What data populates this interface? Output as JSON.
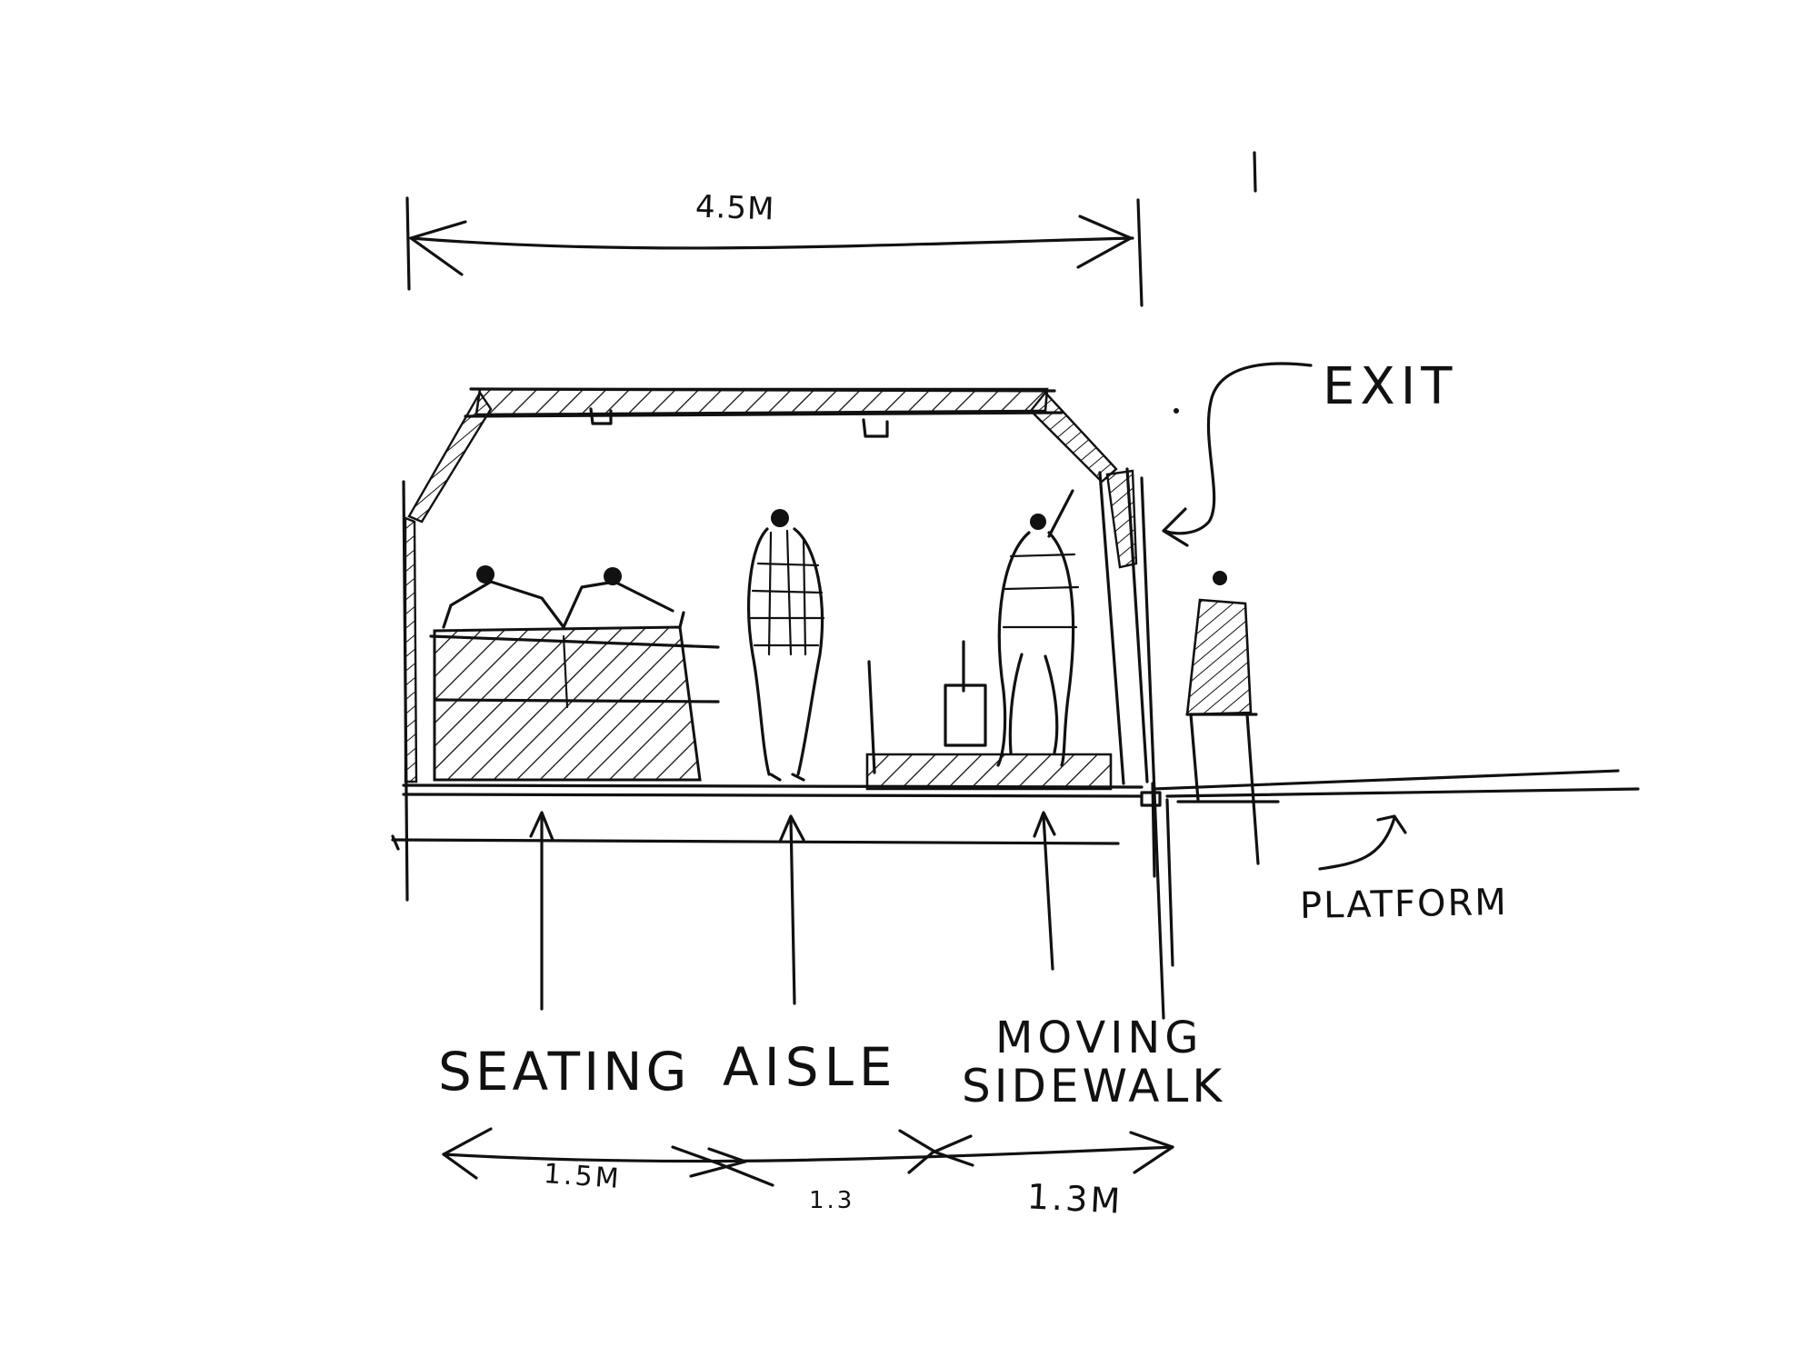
{
  "labels": {
    "overall_width": "4.5M",
    "exit": "EXIT",
    "platform": "PLATFORM",
    "seating": "SEATING",
    "aisle": "AISLE",
    "moving": "MOVING",
    "sidewalk": "SIDEWALK"
  },
  "dimensions": {
    "seating": "1.5M",
    "aisle": "1.3",
    "moving_sidewalk": "1.3M"
  },
  "colors": {
    "ink": "#111111",
    "paper": "#ffffff"
  }
}
